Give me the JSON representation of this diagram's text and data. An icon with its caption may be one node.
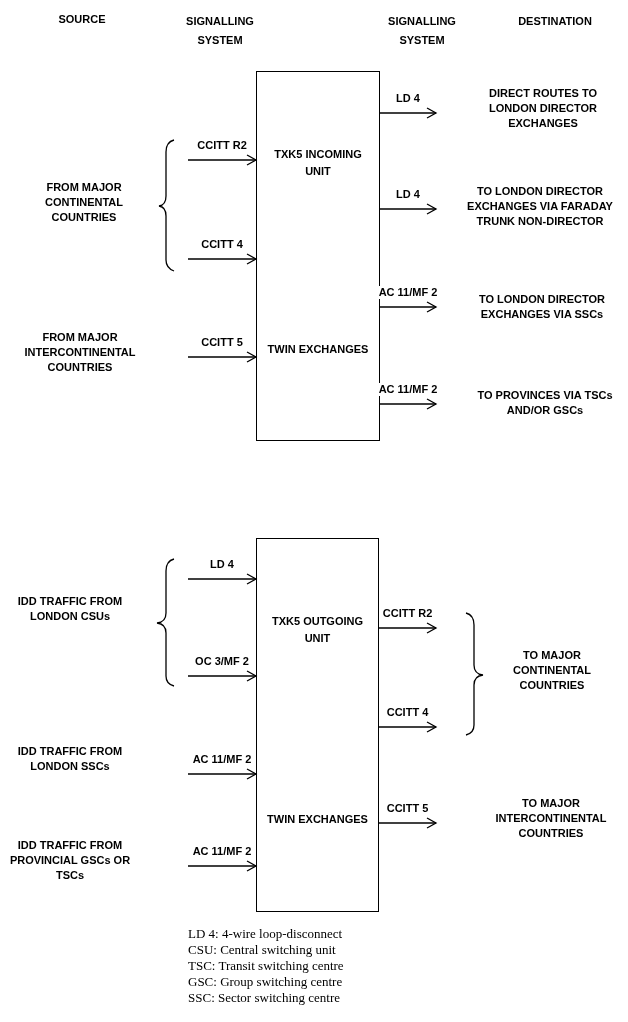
{
  "diagram": {
    "nodes": [
      {
        "text": [
          "TXK5 INCOMING UNIT",
          "TWIN EXCHANGES"
        ]
      },
      {
        "text": [
          "TXK5 OUTGOING UNIT",
          "TWIN EXCHANGES"
        ]
      }
    ],
    "edges": [
      {
        "from": null,
        "to": 0,
        "arrow": "to",
        "label": "CCITT R2"
      },
      {
        "from": null,
        "to": 0,
        "arrow": "to",
        "label": "CCITT 4"
      },
      {
        "from": null,
        "to": 0,
        "arrow": "to",
        "label": "CCITT 5"
      },
      {
        "from": 0,
        "to": null,
        "arrow": "to",
        "label": "LD 4"
      },
      {
        "from": 0,
        "to": null,
        "arrow": "to",
        "label": "LD 4"
      },
      {
        "from": 0,
        "to": null,
        "arrow": "to",
        "label": "AC 11/MF 2"
      },
      {
        "from": 0,
        "to": null,
        "arrow": "to",
        "label": "AC 11/MF 2"
      },
      {
        "from": null,
        "to": 1,
        "arrow": "to",
        "label": "LD 4"
      },
      {
        "from": null,
        "to": 1,
        "arrow": "to",
        "label": "OC 3/MF 2"
      },
      {
        "from": null,
        "to": 1,
        "arrow": "to",
        "label": "AC 11/MF 2"
      },
      {
        "from": null,
        "to": 1,
        "arrow": "to",
        "label": "AC 11/MF 2"
      },
      {
        "from": 1,
        "to": null,
        "arrow": "to",
        "label": "CCITT R2"
      },
      {
        "from": 1,
        "to": null,
        "arrow": "to",
        "label": "CCITT 4"
      },
      {
        "from": 1,
        "to": null,
        "arrow": "to",
        "label": "CCITT 5"
      }
    ],
    "labels": [
      "SOURCE",
      "SIGNALLING SYSTEM",
      "SIGNALLING SYSTEM",
      "DESTINATION",
      "FROM MAJOR CONTINENTAL COUNTRIES",
      "FROM MAJOR INTERCONTINENTAL COUNTRIES",
      "DIRECT ROUTES TO LONDON DIRECTOR EXCHANGES",
      "TO LONDON DIRECTOR EXCHANGES VIA FARADAY TRUNK NON-DIRECTOR",
      "TO LONDON DIRECTOR EXCHANGES VIA SSCs",
      "TO PROVINCES VIA TSCs AND/OR GSCs",
      "IDD TRAFFIC FROM LONDON CSUs",
      "TO MAJOR CONTINENTAL COUNTRIES",
      "IDD TRAFFIC FROM LONDON SSCs",
      "TO MAJOR INTERCONTINENTAL COUNTRIES",
      "IDD TRAFFIC FROM PROVINCIAL GSCs OR TSCs",
      "LD 4: 4-wire loop-disconnect",
      "CSU: Central switching unit",
      "TSC: Transit switching centre",
      "GSC: Group switching centre",
      "SSC: Sector switching centre"
    ]
  }
}
